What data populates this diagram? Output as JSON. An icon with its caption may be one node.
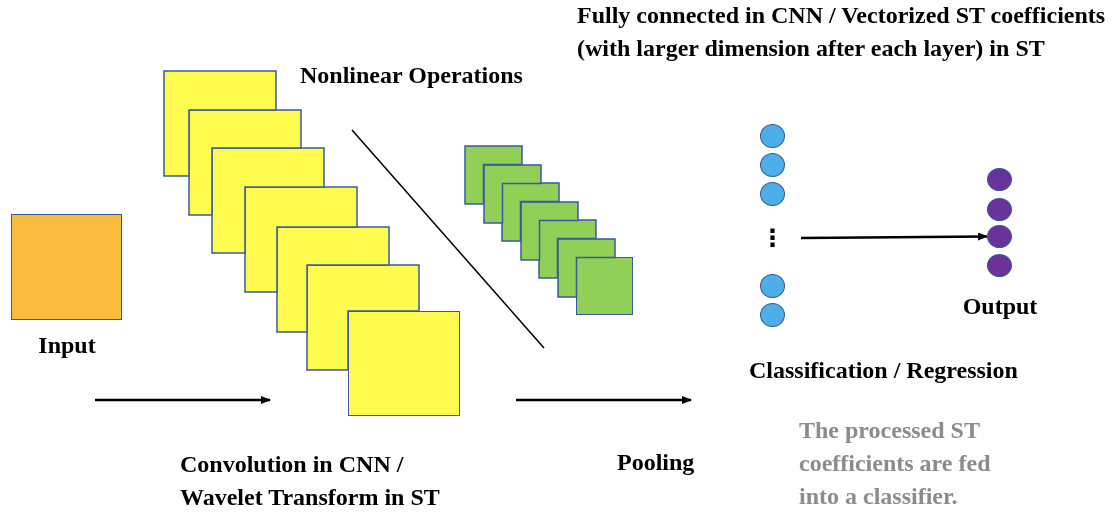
{
  "diagram": {
    "nodes": [
      {
        "text": [
          "Input"
        ]
      },
      {
        "text": [],
        "shape": "box"
      },
      {
        "text": [],
        "shape": "box"
      },
      {
        "text": [],
        "shape": "box"
      },
      {
        "text": [],
        "shape": "box"
      },
      {
        "text": [],
        "shape": "box"
      },
      {
        "text": [],
        "shape": "box"
      },
      {
        "text": [],
        "shape": "box"
      },
      {
        "text": [],
        "shape": "box"
      },
      {
        "text": [],
        "shape": "box"
      },
      {
        "text": [],
        "shape": "box"
      },
      {
        "text": [],
        "shape": "box"
      },
      {
        "text": [],
        "shape": "box"
      },
      {
        "text": [],
        "shape": "box"
      },
      {
        "text": [],
        "shape": "box"
      },
      {
        "text": [],
        "shape": "circle"
      },
      {
        "text": [],
        "shape": "circle"
      },
      {
        "text": [],
        "shape": "circle"
      },
      {
        "text": [
          "⋮"
        ]
      },
      {
        "text": [],
        "shape": "circle"
      },
      {
        "text": [],
        "shape": "circle"
      },
      {
        "text": [],
        "shape": "circle"
      },
      {
        "text": [],
        "shape": "circle"
      },
      {
        "text": [],
        "shape": "circle"
      },
      {
        "text": [],
        "shape": "circle"
      }
    ],
    "edges": [
      {
        "from": 18,
        "to": 23,
        "arrow": "to"
      }
    ],
    "labels": [
      "Fully connected in CNN / Vectorized ST coefficients (with larger dimension after each layer) in ST",
      "Nonlinear Operations",
      "Output",
      "Classification / Regression",
      "Convolution in CNN / Wavelet Transform in ST",
      "Pooling",
      "The processed ST coefficients are fed into a classifier."
    ]
  }
}
